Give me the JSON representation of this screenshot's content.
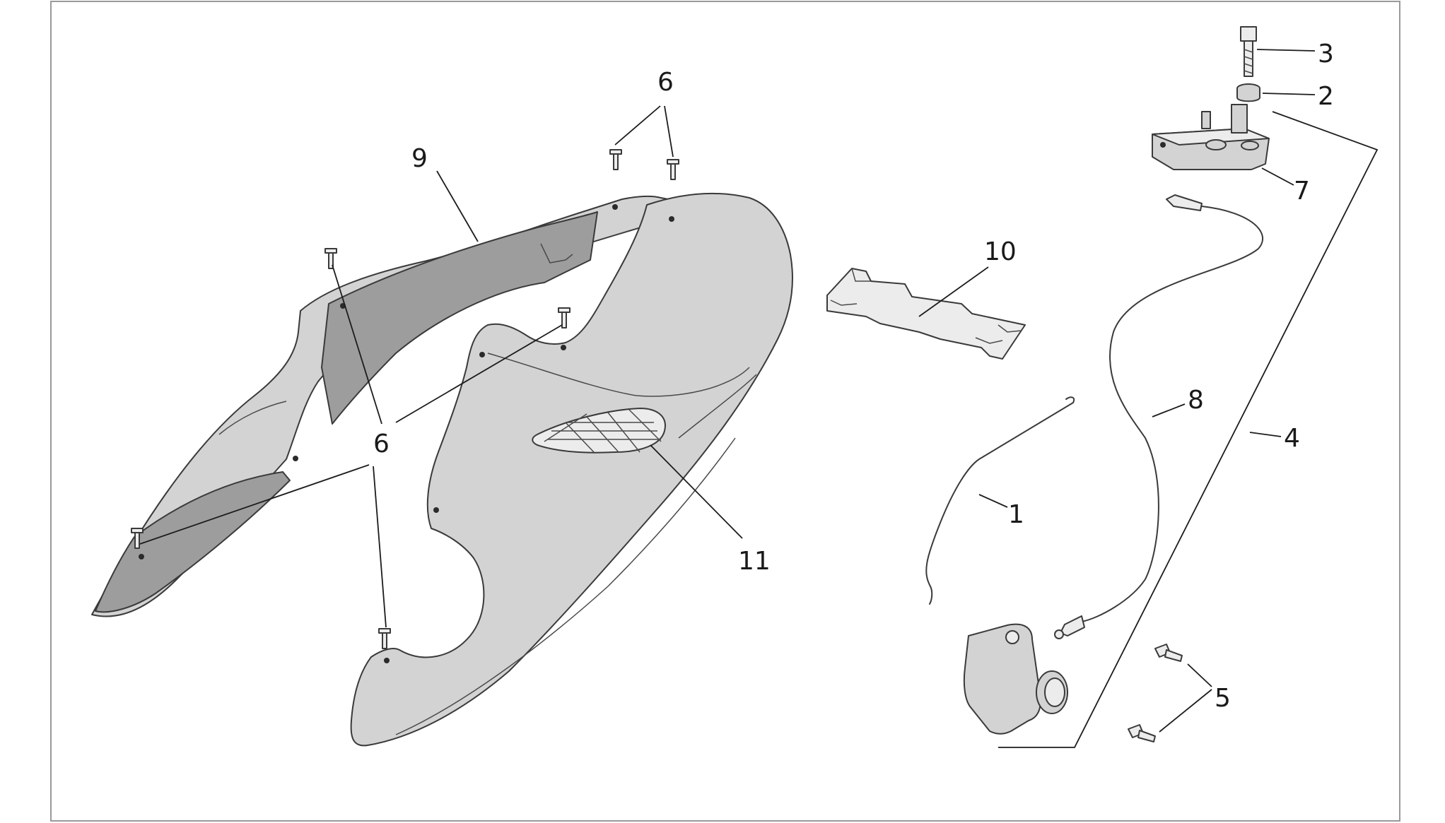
{
  "callouts": [
    {
      "id": "c1",
      "label": "1"
    },
    {
      "id": "c2",
      "label": "2"
    },
    {
      "id": "c3",
      "label": "3"
    },
    {
      "id": "c4",
      "label": "4"
    },
    {
      "id": "c5",
      "label": "5"
    },
    {
      "id": "c6a",
      "label": "6"
    },
    {
      "id": "c6b",
      "label": "6"
    },
    {
      "id": "c7",
      "label": "7"
    },
    {
      "id": "c8",
      "label": "8"
    },
    {
      "id": "c9",
      "label": "9"
    },
    {
      "id": "c10",
      "label": "10"
    },
    {
      "id": "c11",
      "label": "11"
    }
  ],
  "colors": {
    "line": "#3a3a3a",
    "panel": "#d3d3d3",
    "shadow": "#9d9d9d",
    "frame": "#9a9a9a"
  }
}
